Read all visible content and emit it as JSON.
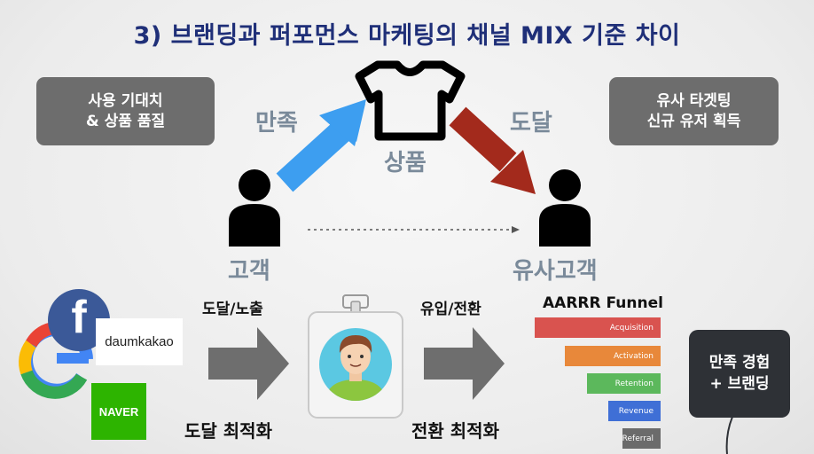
{
  "title": "3) 브랜딩과 퍼포먼스 마케팅의 채널 MIX 기준 차이",
  "top_left_box": "사용 기대치\n& 상품 품질",
  "top_right_box": "유사 타겟팅\n신규 유저 획득",
  "satisfaction_label": "만족",
  "reach_label": "도달",
  "product_label": "상품",
  "customer_label": "고객",
  "similar_customer_label": "유사고객",
  "reach_exposure_label": "도달/노출",
  "inflow_conversion_label": "유입/전환",
  "reach_optimization_label": "도달 최적화",
  "conversion_optimization_label": "전환 최적화",
  "funnel": {
    "title": "AARRR Funnel",
    "stages": [
      {
        "label": "Acquisition",
        "color": "#d9534f"
      },
      {
        "label": "Activation",
        "color": "#e8883a"
      },
      {
        "label": "Retention",
        "color": "#5cb85c"
      },
      {
        "label": "Revenue",
        "color": "#3f6fd6"
      },
      {
        "label": "Referral",
        "color": "#6b6b6b"
      }
    ]
  },
  "logos": {
    "facebook": "f",
    "google": "G",
    "daumkakao": "daumkakao",
    "naver": "NAVER"
  },
  "bottom_right_box": "만족 경험\n+ 브랜딩",
  "colors": {
    "title": "#1f2f78",
    "blue_arrow": "#3d9ef0",
    "red_arrow": "#a32a1c",
    "gray_arrow": "#6e6e6e",
    "slate_text": "#7a8a9a"
  }
}
